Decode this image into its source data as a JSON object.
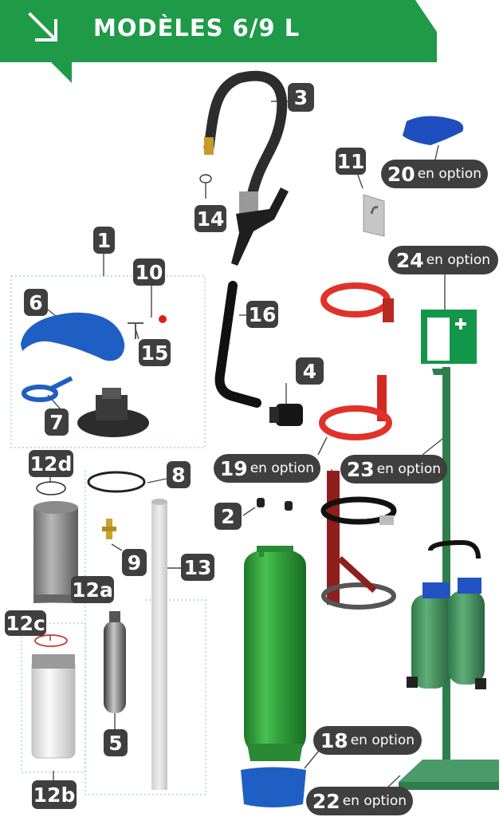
{
  "header": {
    "title": "MODÈLES 6/9 L",
    "bg_color": "#1f9a48",
    "icon": "arrow-down-right-icon"
  },
  "callouts": {
    "c1": {
      "number": "1",
      "option": ""
    },
    "c2": {
      "number": "2",
      "option": ""
    },
    "c3": {
      "number": "3",
      "option": ""
    },
    "c4": {
      "number": "4",
      "option": ""
    },
    "c5": {
      "number": "5",
      "option": ""
    },
    "c6": {
      "number": "6",
      "option": ""
    },
    "c7": {
      "number": "7",
      "option": ""
    },
    "c8": {
      "number": "8",
      "option": ""
    },
    "c9": {
      "number": "9",
      "option": ""
    },
    "c10": {
      "number": "10",
      "option": ""
    },
    "c11": {
      "number": "11",
      "option": ""
    },
    "c12a": {
      "number": "12a",
      "option": ""
    },
    "c12b": {
      "number": "12b",
      "option": ""
    },
    "c12c": {
      "number": "12c",
      "option": ""
    },
    "c12d": {
      "number": "12d",
      "option": ""
    },
    "c13": {
      "number": "13",
      "option": ""
    },
    "c14": {
      "number": "14",
      "option": ""
    },
    "c15": {
      "number": "15",
      "option": ""
    },
    "c16": {
      "number": "16",
      "option": ""
    },
    "c18": {
      "number": "18",
      "option": "en option"
    },
    "c19": {
      "number": "19",
      "option": "en option"
    },
    "c20": {
      "number": "20",
      "option": "en option"
    },
    "c22": {
      "number": "22",
      "option": "en option"
    },
    "c23": {
      "number": "23",
      "option": "en option"
    },
    "c24": {
      "number": "24",
      "option": "en option"
    }
  },
  "colors": {
    "label_bg": "#3f3f3f",
    "bottle_green": "#2e9e3a",
    "part_blue": "#1f5fc4",
    "bracket_red": "#e0322a",
    "stand_green": "#2f7d4d"
  }
}
